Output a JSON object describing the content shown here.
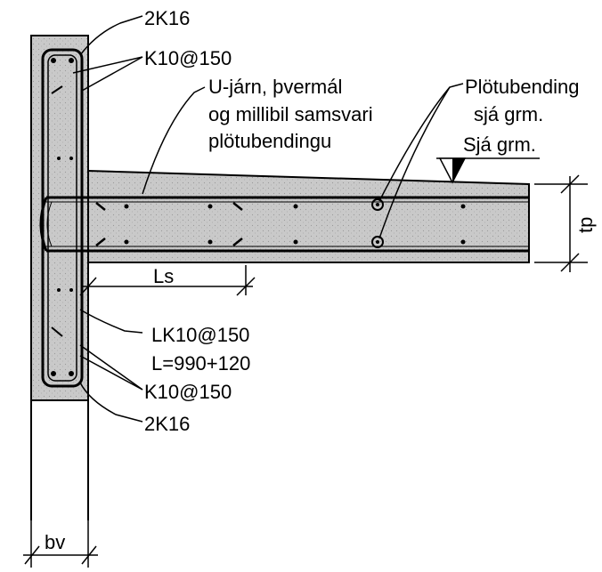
{
  "labels": {
    "top_2k16": "2K16",
    "top_k10": "K10@150",
    "ujarn_line1": "U-járn, þvermál",
    "ujarn_line2": "og millibil samsvari",
    "ujarn_line3": "plötubendingu",
    "plotu_line1": "Plötubending",
    "plotu_line2": "sjá grm.",
    "sja_grm": "Sjá grm.",
    "ls": "Ls",
    "tp": "tp",
    "lk_line1": "LK10@150",
    "lk_line2": "L=990+120",
    "bottom_k10": "K10@150",
    "bottom_2k16": "2K16",
    "bv": "bv"
  },
  "colors": {
    "concrete": "#c9c9c9",
    "line": "#000000",
    "background": "#ffffff"
  }
}
